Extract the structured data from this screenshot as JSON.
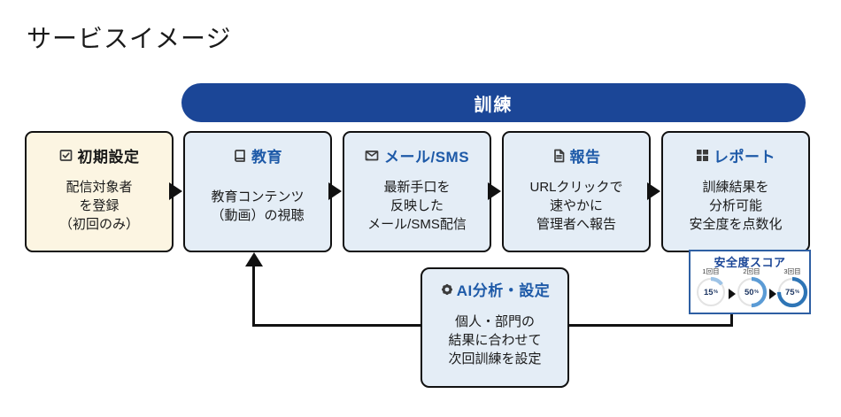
{
  "page": {
    "title": "サービスイメージ"
  },
  "banner": {
    "label": "訓練",
    "color": "#1B4697"
  },
  "flow": {
    "boxes": [
      {
        "icon": "checkbox-icon",
        "title": "初期設定",
        "bg": "#FCF5E2",
        "lines": [
          "配信対象者",
          "を登録",
          "（初回のみ）"
        ]
      },
      {
        "icon": "book-icon",
        "title": "教育",
        "bg": "#E4EDF6",
        "lines": [
          "教育コンテンツ",
          "（動画）の視聴"
        ]
      },
      {
        "icon": "mail-icon",
        "title": "メール/SMS",
        "bg": "#E4EDF6",
        "lines": [
          "最新手口を",
          "反映した",
          "メール/SMS配信"
        ]
      },
      {
        "icon": "document-icon",
        "title": "報告",
        "bg": "#E4EDF6",
        "lines": [
          "URLクリックで",
          "速やかに",
          "管理者へ報告"
        ]
      },
      {
        "icon": "grid-icon",
        "title": "レポート",
        "bg": "#E4EDF6",
        "lines": [
          "訓練結果を",
          "分析可能",
          "安全度を点数化"
        ]
      }
    ]
  },
  "ai_box": {
    "icon": "gear-icon",
    "title": "AI分析・設定",
    "lines": [
      "個人・部門の",
      "結果に合わせて",
      "次回訓練を設定"
    ]
  },
  "score_panel": {
    "title": "安全度スコア",
    "unit": "%",
    "gauges": [
      {
        "label": "1回目",
        "value": 15,
        "color": "#9DC3E6"
      },
      {
        "label": "2回目",
        "value": 50,
        "color": "#5B9BD5"
      },
      {
        "label": "3回目",
        "value": 75,
        "color": "#2E75B6"
      }
    ]
  },
  "chart_data": {
    "type": "pie",
    "title": "安全度スコア",
    "categories": [
      "1回目",
      "2回目",
      "3回目"
    ],
    "values": [
      15,
      50,
      75
    ],
    "ylim": [
      0,
      100
    ],
    "note": "donut progress gauges, percent of safety score per training round"
  },
  "colors": {
    "banner_blue": "#1B4697",
    "box_title_blue": "#1E5AA8",
    "box_bg_blue": "#E4EDF6",
    "box_bg_cream": "#FCF5E2",
    "panel_border_blue": "#2E5FA3",
    "gauge_number_navy": "#1F3864"
  }
}
